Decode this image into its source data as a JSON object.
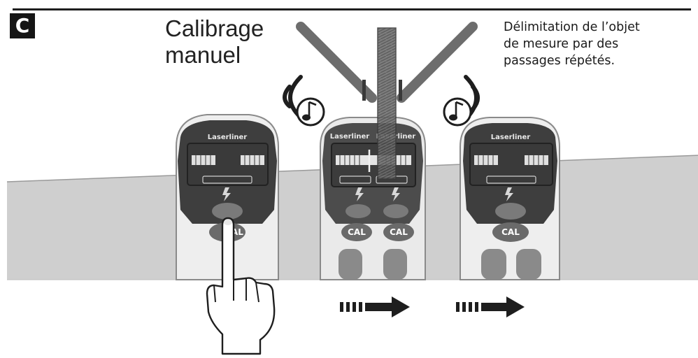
{
  "figure": {
    "badge": "C",
    "title_line1": "Calibrage",
    "title_line2": "manuel",
    "description_line1": "Délimitation de l’objet",
    "description_line2": "de mesure par des",
    "description_line3": "passages répétés.",
    "brand_label": "Laserliner",
    "button_label": "CAL"
  },
  "colors": {
    "ink": "#1e1e1e",
    "wall": "#cfcfcf",
    "device_dark": "#3a3a3a",
    "device_light": "#f0f0f0"
  },
  "icons": [
    "music-note-icon",
    "sound-wave-icon",
    "arrow-right-icon",
    "hand-pointer-icon"
  ]
}
